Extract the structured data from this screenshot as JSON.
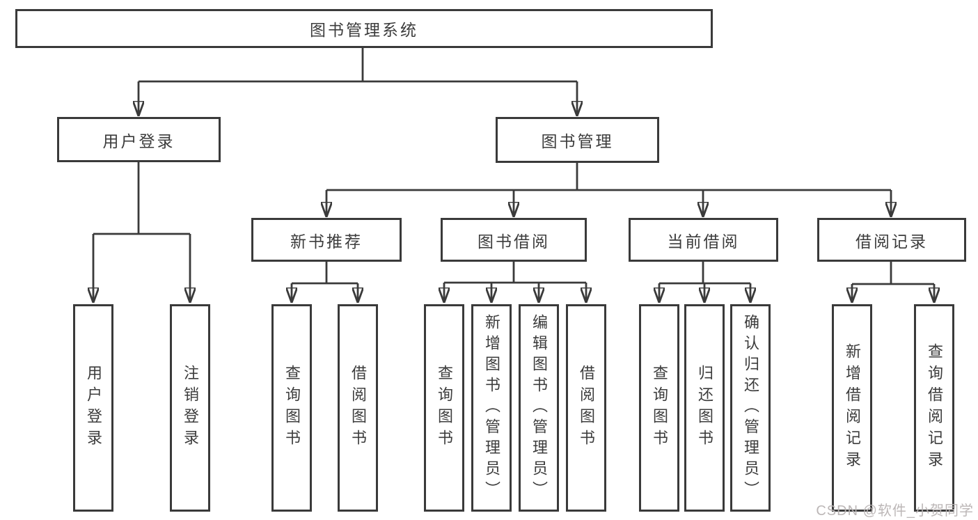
{
  "diagram": {
    "title": "图书管理系统",
    "root": {
      "label": "图书管理系统"
    },
    "branches": [
      {
        "label": "用户登录",
        "children": [
          {
            "label": "用户登录"
          },
          {
            "label": "注销登录"
          }
        ]
      },
      {
        "label": "图书管理",
        "children": [
          {
            "label": "新书推荐",
            "children": [
              {
                "label": "查询图书"
              },
              {
                "label": "借阅图书"
              }
            ]
          },
          {
            "label": "图书借阅",
            "children": [
              {
                "label": "查询图书"
              },
              {
                "label": "新增图书（管理员）"
              },
              {
                "label": "编辑图书（管理员）"
              },
              {
                "label": "借阅图书"
              }
            ]
          },
          {
            "label": "当前借阅",
            "children": [
              {
                "label": "查询图书"
              },
              {
                "label": "归还图书"
              },
              {
                "label": "确认归还（管理员）"
              }
            ]
          },
          {
            "label": "借阅记录",
            "children": [
              {
                "label": "新增借阅记录"
              },
              {
                "label": "查询借阅记录"
              }
            ]
          }
        ]
      }
    ]
  },
  "watermark": {
    "text": "CSDN @软件_小贺同学",
    "color": "#b8b3b3"
  },
  "colors": {
    "line": "#3a3a3a",
    "text": "#3c3c3c",
    "background": "#ffffff",
    "box_fill": "#ffffff"
  }
}
